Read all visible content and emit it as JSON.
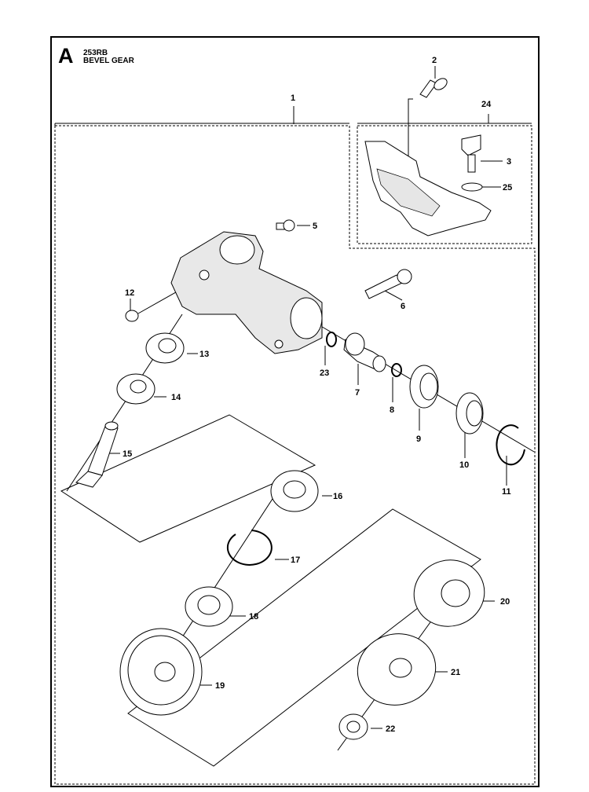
{
  "header": {
    "section_letter": "A",
    "model": "253RB",
    "title": "BEVEL GEAR"
  },
  "callouts": [
    {
      "id": "c1",
      "label": "1"
    },
    {
      "id": "c2",
      "label": "2"
    },
    {
      "id": "c3",
      "label": "3"
    },
    {
      "id": "c5",
      "label": "5"
    },
    {
      "id": "c6",
      "label": "6"
    },
    {
      "id": "c7",
      "label": "7"
    },
    {
      "id": "c8",
      "label": "8"
    },
    {
      "id": "c9",
      "label": "9"
    },
    {
      "id": "c10",
      "label": "10"
    },
    {
      "id": "c11",
      "label": "11"
    },
    {
      "id": "c12",
      "label": "12"
    },
    {
      "id": "c13",
      "label": "13"
    },
    {
      "id": "c14",
      "label": "14"
    },
    {
      "id": "c15",
      "label": "15"
    },
    {
      "id": "c16",
      "label": "16"
    },
    {
      "id": "c17",
      "label": "17"
    },
    {
      "id": "c18",
      "label": "18"
    },
    {
      "id": "c19",
      "label": "19"
    },
    {
      "id": "c20",
      "label": "20"
    },
    {
      "id": "c21",
      "label": "21"
    },
    {
      "id": "c22",
      "label": "22"
    },
    {
      "id": "c23",
      "label": "23"
    },
    {
      "id": "c24",
      "label": "24"
    },
    {
      "id": "c25",
      "label": "25"
    }
  ]
}
